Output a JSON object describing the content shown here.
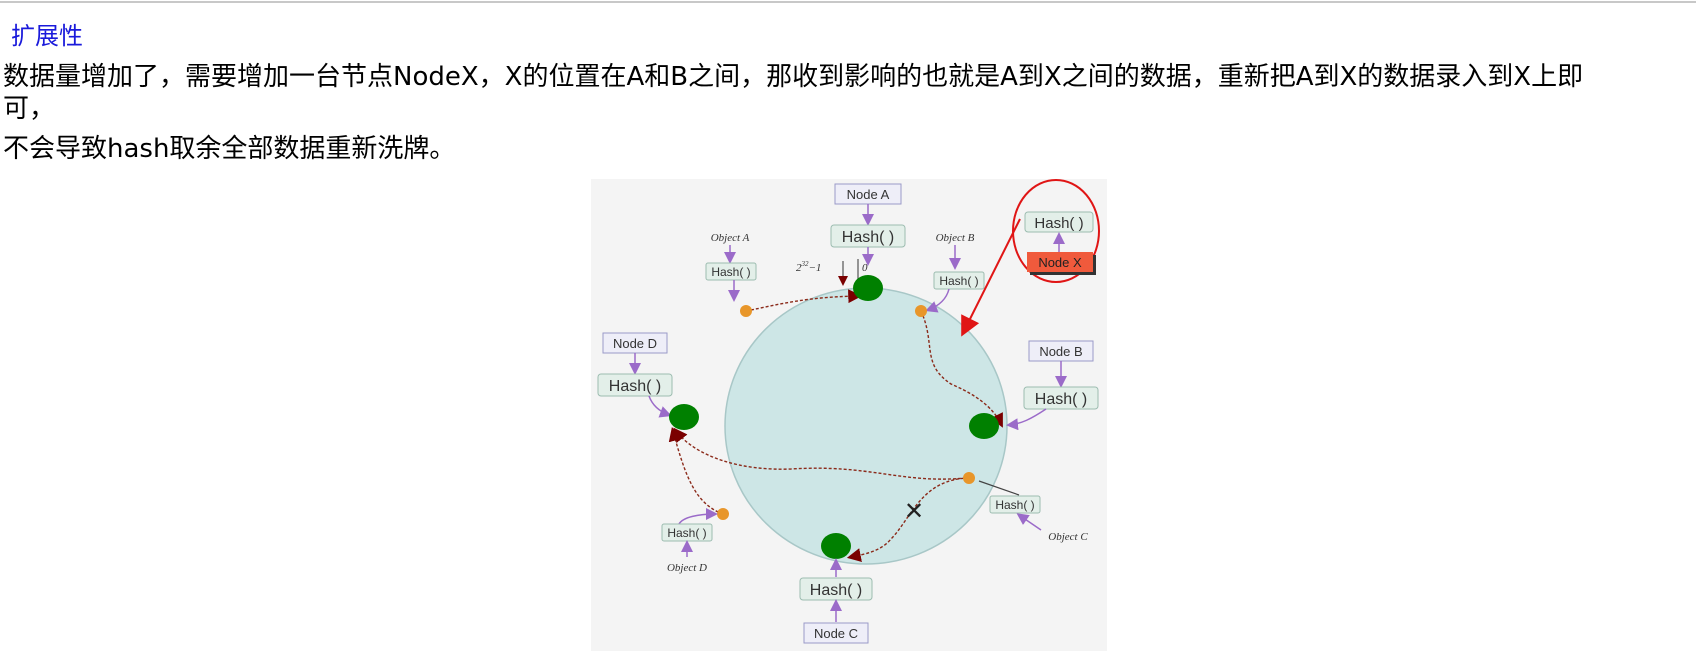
{
  "section": {
    "heading": "扩展性"
  },
  "paragraphs": {
    "line1": "数据量增加了，需要增加一台节点NodeX，X的位置在A和B之间，那收到影响的也就是A到X之间的数据，重新把A到X的数据录入到X上即",
    "line2": "可，",
    "line3": "不会导致hash取余全部数据重新洗牌。"
  },
  "diagram": {
    "node_a": "Node A",
    "node_b": "Node B",
    "node_c": "Node C",
    "node_d": "Node D",
    "node_x": "Node X",
    "hash_label": "Hash( )",
    "object_a": "Object A",
    "object_b": "Object B",
    "object_c": "Object C",
    "object_d": "Object D",
    "ring_max": "2",
    "ring_max_exp": "32",
    "ring_max_suffix": "−1",
    "ring_zero": "0",
    "cross_mark": "✕",
    "colors": {
      "ring_fill": "#cde6e6",
      "node_green": "#008000",
      "object_orange": "#e8962a",
      "arrow_purple": "#9b6bc9",
      "annotation_red": "#e01515",
      "node_x_fill": "#f05a3c"
    }
  }
}
